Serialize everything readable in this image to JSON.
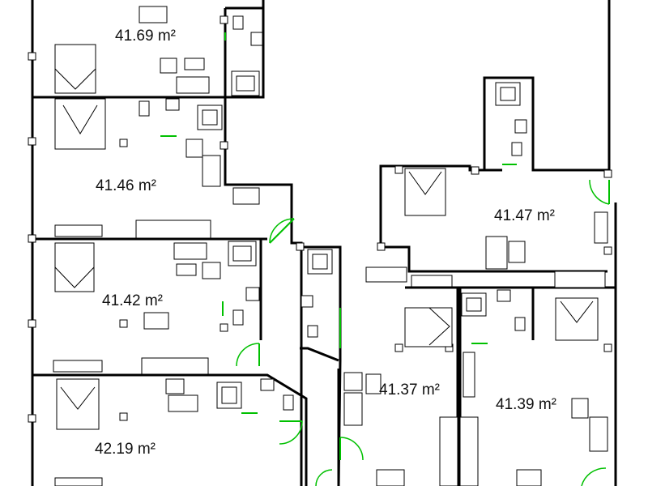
{
  "plan": {
    "rooms": [
      {
        "id": "room-1",
        "area": "41.69 m²"
      },
      {
        "id": "room-2",
        "area": "41.46 m²"
      },
      {
        "id": "room-3",
        "area": "41.42 m²"
      },
      {
        "id": "room-4",
        "area": "42.19 m²"
      },
      {
        "id": "room-5",
        "area": "41.47 m²"
      },
      {
        "id": "room-6",
        "area": "41.37 m²"
      },
      {
        "id": "room-7",
        "area": "41.39 m²"
      }
    ],
    "colors": {
      "wall": "#000000",
      "door": "#00c000",
      "background": "#ffffff"
    }
  }
}
